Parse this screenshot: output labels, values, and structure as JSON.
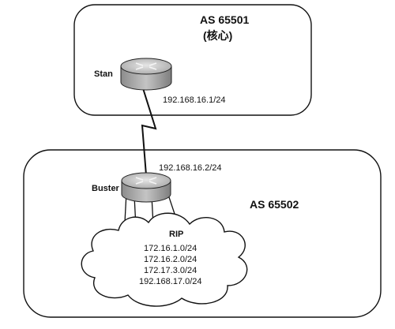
{
  "as_core": {
    "label": "AS 65501",
    "sublabel": "(核心)"
  },
  "as_edge": {
    "label": "AS 65502"
  },
  "routers": {
    "stan": {
      "name": "Stan",
      "interface_ip": "192.168.16.1/24"
    },
    "buster": {
      "name": "Buster",
      "interface_ip": "192.168.16.2/24"
    }
  },
  "cloud": {
    "protocol": "RIP",
    "networks": [
      "172.16.1.0/24",
      "172.16.2.0/24",
      "172.17.3.0/24",
      "192.168.17.0/24"
    ]
  },
  "colors": {
    "line": "#111111",
    "router_body": "#b9b9b9",
    "router_top": "#d6d6d6",
    "background": "#ffffff"
  }
}
